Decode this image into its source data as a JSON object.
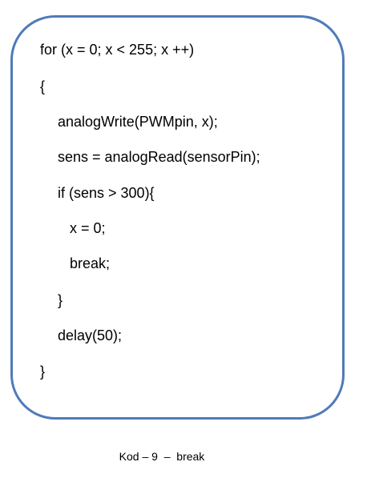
{
  "code_lines": [
    "for (x = 0; x < 255; x ++)",
    "{",
    "analogWrite(PWMpin, x);",
    "sens = analogRead(sensorPin);",
    "if (sens > 300){",
    "x = 0;",
    "break;",
    "}",
    "delay(50);",
    "}"
  ],
  "caption": "Kod – 9  –  break",
  "colors": {
    "box_border": "#4f7bb8"
  }
}
